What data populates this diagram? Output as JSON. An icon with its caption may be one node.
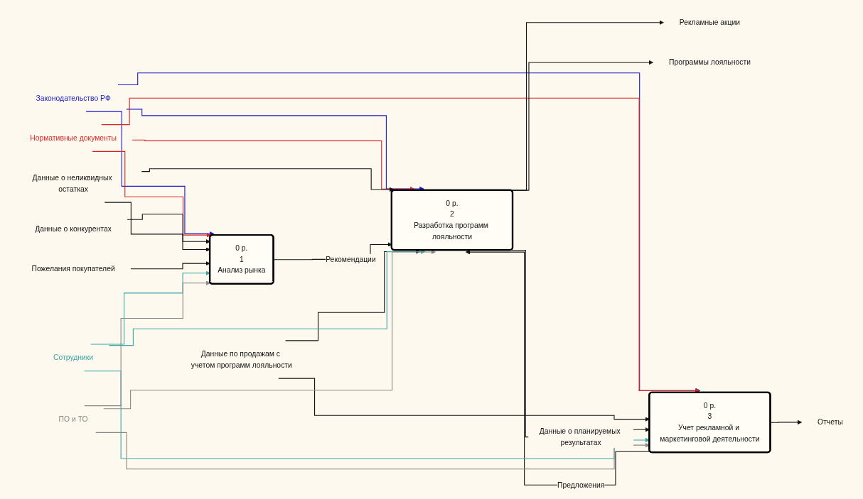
{
  "diagram": {
    "nodes": [
      {
        "text": [
          "Законодательство РФ"
        ]
      },
      {
        "text": [
          "Нормативные документы"
        ]
      },
      {
        "text": [
          "Данные о конкурентах"
        ]
      },
      {
        "text": [
          "Данные о неликвидных остатках"
        ]
      },
      {
        "text": [
          "0 р.",
          "1",
          "Анализ рынка"
        ]
      },
      {
        "text": [
          "Данные по продажам с учетом программ лояльности"
        ]
      },
      {
        "text": [
          "0 р.",
          "2",
          "Разработка программ лояльности"
        ]
      },
      {
        "text": [
          "Рекламные акции"
        ]
      },
      {
        "text": [
          "Программы лояльности"
        ]
      },
      {
        "text": [
          "0 р.",
          "3",
          "Учет рекламной и маркетинговой деятельности"
        ]
      },
      {
        "text": [
          "Отчеты"
        ]
      },
      {
        "text": [
          "Пожелания покупателей"
        ]
      },
      {
        "text": [
          "Сотрудники"
        ]
      },
      {
        "text": [
          "ПО и ТО"
        ]
      }
    ],
    "edges": [
      {
        "from": 0,
        "to": 4,
        "arrow": "to",
        "color": "#1a1acc"
      },
      {
        "from": 0,
        "to": 6,
        "arrow": "to",
        "color": "#1a1acc"
      },
      {
        "from": 0,
        "to": 9,
        "arrow": "to",
        "color": "#1a1acc"
      },
      {
        "from": 1,
        "to": 4,
        "arrow": "to",
        "color": "#dd2222"
      },
      {
        "from": 1,
        "to": 6,
        "arrow": "to",
        "color": "#dd2222"
      },
      {
        "from": 1,
        "to": 9,
        "arrow": "to",
        "color": "#dd2222"
      },
      {
        "from": 2,
        "to": 4,
        "arrow": "to"
      },
      {
        "from": 3,
        "to": 4,
        "arrow": "to"
      },
      {
        "from": 3,
        "to": 6,
        "arrow": "to"
      },
      {
        "from": 11,
        "to": 4,
        "arrow": "to"
      },
      {
        "from": 4,
        "to": 6,
        "arrow": "to",
        "label": "Рекомендации"
      },
      {
        "from": 5,
        "to": 6,
        "arrow": "to"
      },
      {
        "from": 5,
        "to": 9,
        "arrow": "to"
      },
      {
        "from": 6,
        "to": 7,
        "arrow": "to"
      },
      {
        "from": 6,
        "to": 8,
        "arrow": "to"
      },
      {
        "from": 6,
        "to": 9,
        "arrow": "to",
        "label": "Данные о планируемых результатах"
      },
      {
        "from": 9,
        "to": 6,
        "arrow": "to",
        "label": "Предложения"
      },
      {
        "from": 9,
        "to": 10,
        "arrow": "to"
      },
      {
        "from": 12,
        "to": 4,
        "arrow": "to",
        "color": "#3aa6a6"
      },
      {
        "from": 12,
        "to": 6,
        "arrow": "to",
        "color": "#3aa6a6"
      },
      {
        "from": 12,
        "to": 9,
        "arrow": "to",
        "color": "#3aa6a6"
      },
      {
        "from": 13,
        "to": 4,
        "arrow": "to",
        "color": "#888888"
      },
      {
        "from": 13,
        "to": 6,
        "arrow": "to",
        "color": "#888888"
      },
      {
        "from": 13,
        "to": 9,
        "arrow": "to",
        "color": "#888888"
      }
    ]
  }
}
